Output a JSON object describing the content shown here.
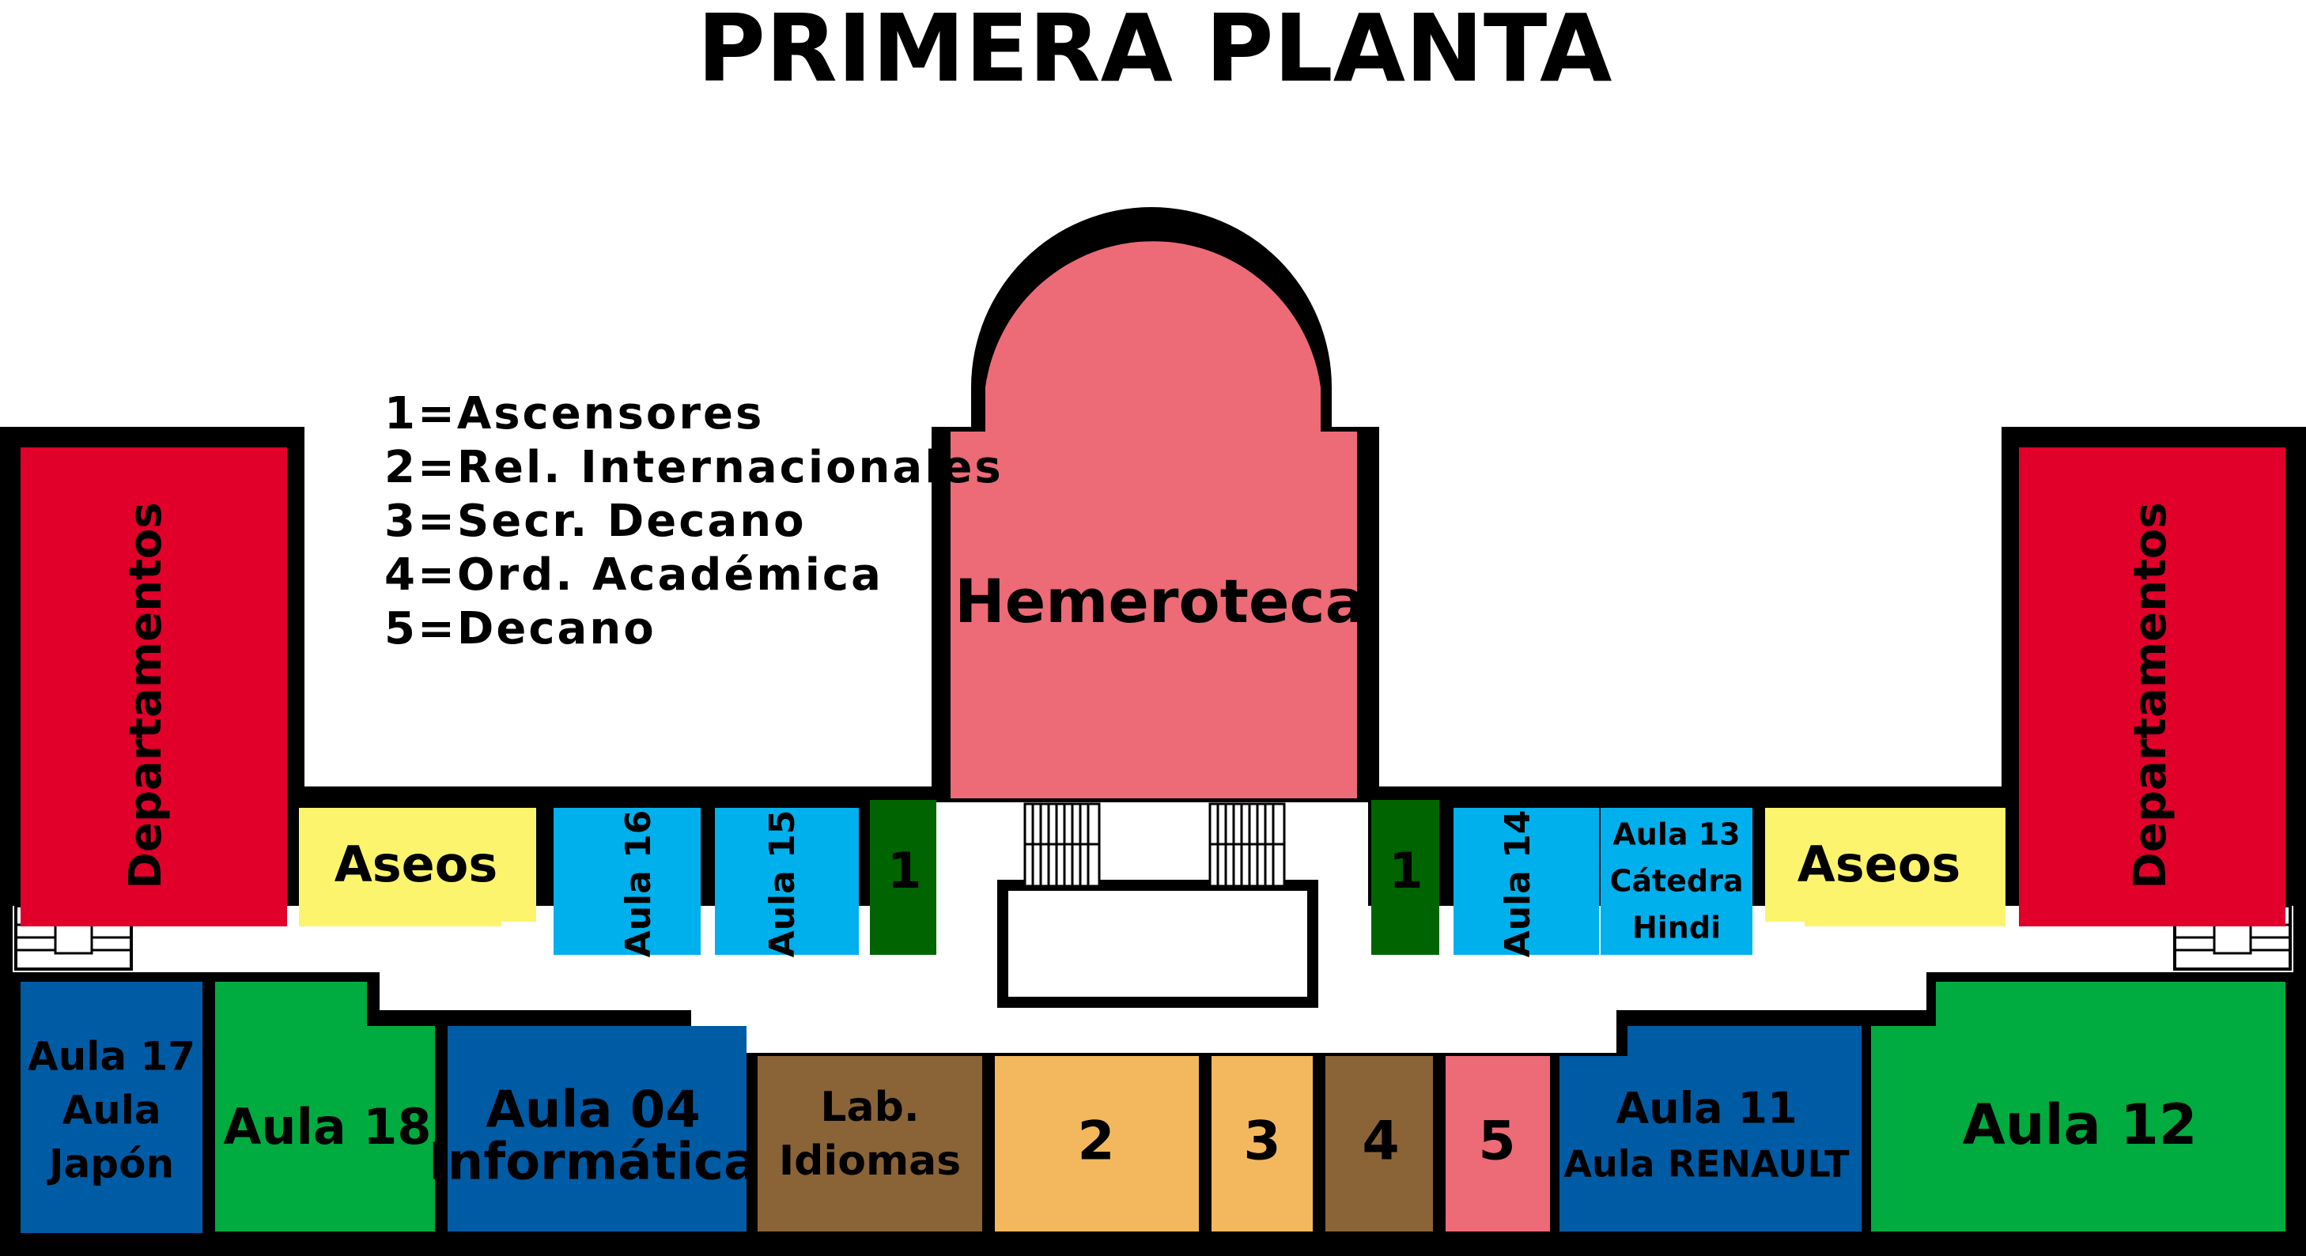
{
  "title": "PRIMERA PLANTA",
  "legend": [
    "1=Ascensores",
    "2=Rel. Internacionales",
    "3=Secr. Decano",
    "4=Ord. Académica",
    "5=Decano"
  ],
  "colors": {
    "outline": "#000000",
    "corridor": "#ffffff",
    "red": "#e0002a",
    "pink": "#ec6b76",
    "yellow": "#fbf46c",
    "light_blue": "#00b0ec",
    "dark_green": "#006400",
    "dark_blue": "#005ba5",
    "green": "#00ab40",
    "brown": "#8a6337",
    "orange": "#f3b85e"
  },
  "rooms": {
    "hemeroteca": "Hemeroteca",
    "departamentos_left": "Departamentos",
    "departamentos_right": "Departamentos",
    "aseos_left": "Aseos",
    "aseos_right": "Aseos",
    "aula_16": "Aula 16",
    "aula_15": "Aula 15",
    "ascensores_left": "1",
    "ascensores_right": "1",
    "aula_14": "Aula 14",
    "aula_13": [
      "Aula 13",
      "Cátedra",
      "Hindi"
    ],
    "aula_17": [
      "Aula 17",
      "Aula",
      "Japón"
    ],
    "aula_18": "Aula 18",
    "aula_04": [
      "Aula 04",
      "Informática"
    ],
    "lab_idiomas": [
      "Lab.",
      "Idiomas"
    ],
    "rel_internacionales": "2",
    "secr_decano": "3",
    "ord_academica": "4",
    "decano": "5",
    "aula_11": [
      "Aula 11",
      "Aula RENAULT"
    ],
    "aula_12": "Aula 12"
  }
}
